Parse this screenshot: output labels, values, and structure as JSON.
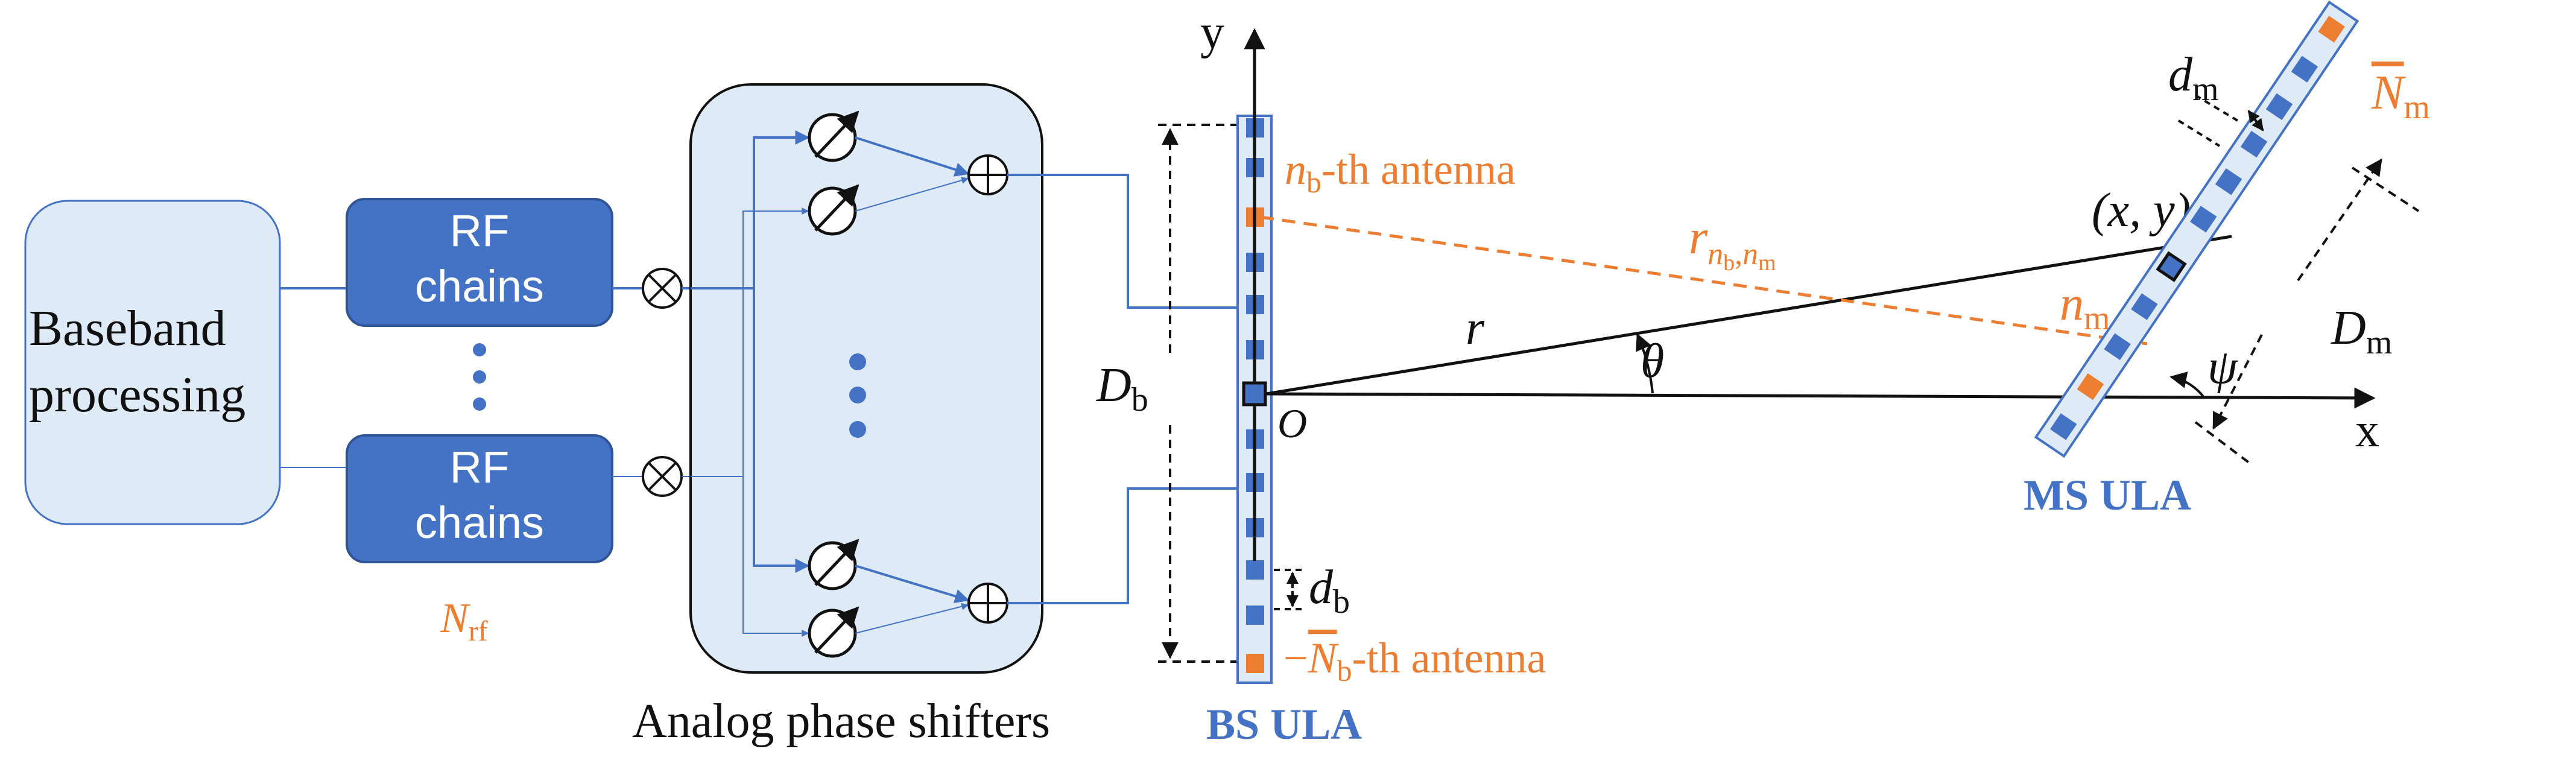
{
  "colors": {
    "rf_fill": "#4472C4",
    "rf_stroke": "#2F5597",
    "light_fill": "#DEEBF7",
    "line_blue": "#4472C4",
    "orange": "#ED7D31",
    "black": "#111111"
  },
  "blocks": {
    "baseband": {
      "line1": "Baseband",
      "line2": "processing"
    },
    "rf_top": {
      "line1": "RF",
      "line2": "chains"
    },
    "rf_bottom": {
      "line1": "RF",
      "line2": "chains"
    },
    "n_rf": {
      "base": "N",
      "sub": "rf"
    },
    "phase_shifters_caption": "Analog phase shifters"
  },
  "bs_ula": {
    "caption": "BS ULA",
    "nb_label": {
      "base": "n",
      "sub": "b",
      "suffix": "-th antenna"
    },
    "neg_nb_label": {
      "prefix": "−",
      "base": "N",
      "sub": "b",
      "suffix": "-th antenna"
    },
    "Db": {
      "base": "D",
      "sub": "b"
    },
    "db": {
      "base": "d",
      "sub": "b"
    },
    "origin": "O"
  },
  "axes": {
    "x": "x",
    "y": "y"
  },
  "geometry_labels": {
    "r": "r",
    "theta": "θ",
    "psi": "ψ",
    "xy": "(x, y)",
    "r_nb_nm": {
      "base": "r",
      "sub": "n",
      "sub2": "b",
      "sep": ",",
      "sub3": "n",
      "sub4": "m"
    }
  },
  "ms_ula": {
    "caption": "MS ULA",
    "nm": {
      "base": "n",
      "sub": "m"
    },
    "Nm_bar": {
      "base": "N",
      "sub": "m"
    },
    "dm": {
      "base": "d",
      "sub": "m"
    },
    "Dm": {
      "base": "D",
      "sub": "m"
    }
  },
  "icons": [
    "multiplier-icon",
    "adder-icon",
    "phase-shifter-icon"
  ]
}
